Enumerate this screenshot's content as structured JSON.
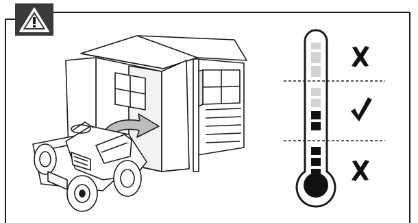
{
  "figure": {
    "warning_icon": "warning-triangle-icon",
    "illustration": "riding-mower-entering-shed",
    "direction_icon": "curved-arrow-into-shed",
    "thermometer": {
      "bands": [
        {
          "level": "high",
          "status": "not-allowed",
          "icon": "cross-icon"
        },
        {
          "level": "moderate",
          "status": "allowed",
          "icon": "check-icon"
        },
        {
          "level": "low",
          "status": "not-allowed",
          "icon": "cross-icon"
        }
      ]
    },
    "colors": {
      "tab_bg": "#3a3a3a",
      "line": "#1a1a1a",
      "fill_grey": "#d2d2d2",
      "fill_dark": "#111111"
    }
  }
}
